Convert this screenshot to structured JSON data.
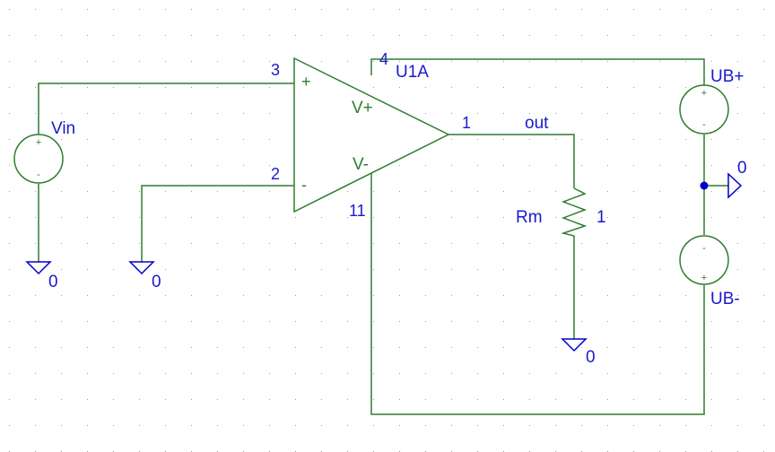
{
  "colors": {
    "wire": "#2e7d2e",
    "part": "#2e7d2e",
    "label": "#1a1acc",
    "junction": "#0000cc",
    "grid": "#9a9a9a",
    "background": "#ffffff"
  },
  "opamp": {
    "ref": "U1A",
    "pin_noninv": "3",
    "pin_inv": "2",
    "pin_out": "1",
    "pin_vplus": "4",
    "pin_vminus": "11",
    "label_vplus": "V+",
    "label_vminus": "V-",
    "sym_plus": "+",
    "sym_minus": "-"
  },
  "sources": {
    "vin": {
      "name": "Vin",
      "pos": "+",
      "neg": "-"
    },
    "ub_plus": {
      "name": "UB+",
      "pos": "+",
      "neg": "-"
    },
    "ub_minus": {
      "name": "UB-",
      "pos": "+",
      "neg": "-"
    }
  },
  "resistor": {
    "name": "Rm",
    "value": "1"
  },
  "nets": {
    "out": "out",
    "ground": "0"
  }
}
